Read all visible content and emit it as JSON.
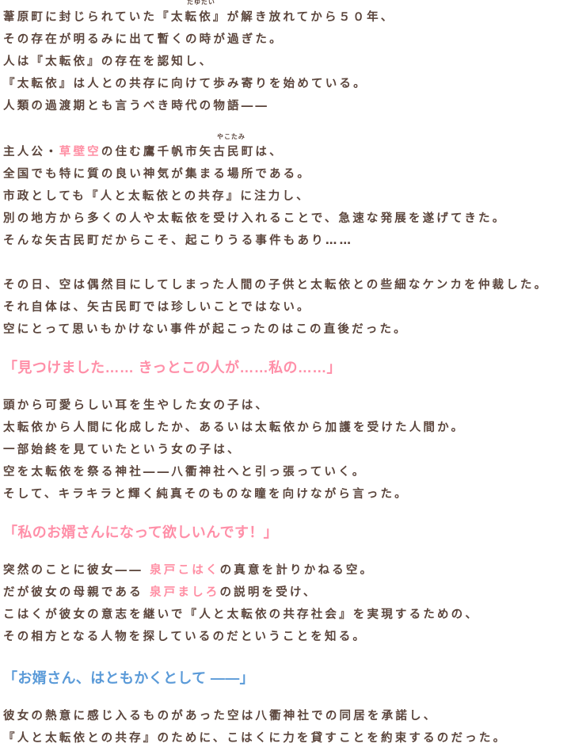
{
  "paragraph_1": {
    "ruby_taitenyori": "たゆたい",
    "lines": [
      "葦原町に封じられていた『太転依』が解き放れてから５０年、",
      "その存在が明るみに出て暫くの時が過ぎた。",
      "人は『太転依』の存在を認知し、",
      "『太転依』は人との共存に向けて歩み寄りを始めている。",
      "人類の過渡期とも言うべき時代の物語――"
    ]
  },
  "paragraph_2": {
    "line1_a": "主人公・",
    "protagonist_name": "草壁空",
    "line1_b": "の住む鷹千帆市矢古民町は、",
    "ruby_yakotami": "やこたみ",
    "lines": [
      "全国でも特に質の良い神気が集まる場所である。",
      "市政としても『人と太転依との共存』に注力し、",
      "別の地方から多くの人や太転依を受け入れることで、急速な発展を遂げてきた。",
      "そんな矢古民町だからこそ、起こりうる事件もあり……"
    ]
  },
  "paragraph_3": {
    "lines": [
      "その日、空は偶然目にしてしまった人間の子供と太転依との些細なケンカを仲裁した。",
      "それ自体は、矢古民町では珍しいことではない。",
      "空にとって思いもかけない事件が起こったのはこの直後だった。"
    ]
  },
  "quote_1": "「見つけました…… きっとこの人が……私の……」",
  "paragraph_4": {
    "lines": [
      "頭から可愛らしい耳を生やした女の子は、",
      "太転依から人間に化成したか、あるいは太転依から加護を受けた人間か。",
      "一部始終を見ていたという女の子は、",
      "空を太転依を祭る神社――八衢神社へと引っ張っていく。",
      "そして、キラキラと輝く純真そのものな瞳を向けながら言った。"
    ]
  },
  "quote_2": "「私のお婿さんになって欲しいんです！」",
  "paragraph_5": {
    "line1_a": "突然のことに彼女――",
    "heroine_name": "泉戸こはく",
    "line1_b": "の真意を計りかねる空。",
    "line2_a": "だが彼女の母親である",
    "mother_name": "泉戸ましろ",
    "line2_b": "の説明を受け、",
    "lines": [
      "こはくが彼女の意志を継いで『人と太転依の共存社会』を実現するための、",
      "その相方となる人物を探しているのだということを知る。"
    ]
  },
  "quote_3": "「お婿さん、はともかくとして ――」",
  "paragraph_6": {
    "lines": [
      "彼女の熱意に感じ入るものがあった空は八衢神社での同居を承諾し、",
      "『人と太転依との共存』のために、こはくに力を貸すことを約束するのだった。"
    ]
  },
  "colors": {
    "body_text": "#5b453c",
    "name_highlight": "#ff8ea3",
    "quote_pink": "#ff8fa8",
    "quote_blue": "#5a9ad8"
  }
}
